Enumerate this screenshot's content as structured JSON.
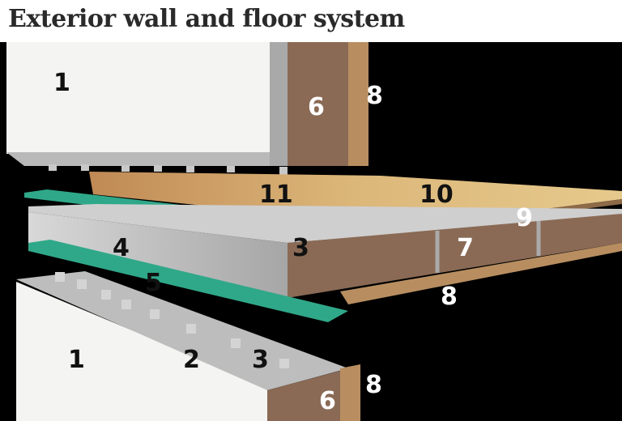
{
  "title": "Exterior wall and floor system",
  "labels": {
    "upper_wall_panel": "1",
    "upper_insulation": "6",
    "upper_siding": "8",
    "subfloor": "11",
    "flooring": "10",
    "floor_edge": "9",
    "slab_connector_upper": "3",
    "slab": "4",
    "rim_insulation": "7",
    "gasket_lower": "5",
    "rim_siding": "8",
    "lower_wall_panel": "1",
    "lower_wall_ledge": "2",
    "lower_connector": "3",
    "lower_siding": "8",
    "lower_insulation": "6"
  },
  "colors": {
    "panel": "#f4f4f2",
    "concrete": "#b8b8b8",
    "insulation": "#8a6a55",
    "wood": "#c9a06a",
    "gasket": "#2fa889"
  }
}
